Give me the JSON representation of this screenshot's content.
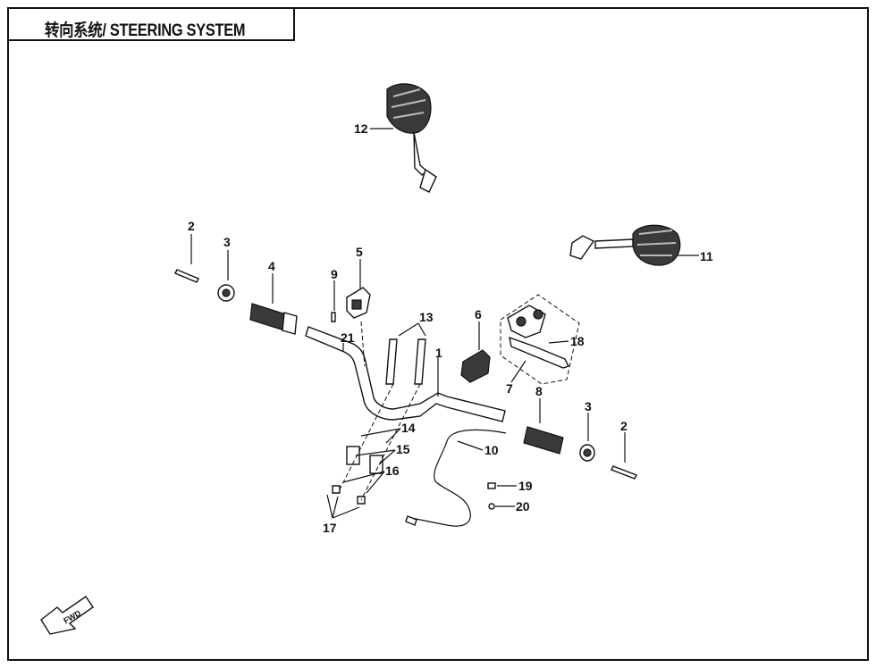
{
  "title": "转向系统/ STEERING SYSTEM",
  "fwd_label": "FWD",
  "callouts": [
    "1",
    "2",
    "2",
    "3",
    "3",
    "4",
    "5",
    "6",
    "7",
    "8",
    "9",
    "10",
    "11",
    "12",
    "13",
    "14",
    "15",
    "16",
    "17",
    "18",
    "19",
    "20",
    "21"
  ]
}
